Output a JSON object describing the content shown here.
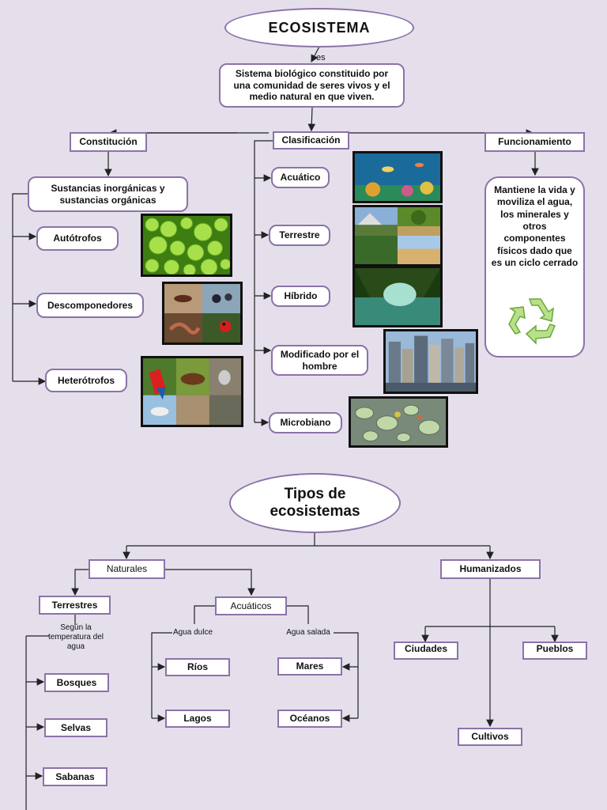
{
  "colors": {
    "background": "#e5dfec",
    "border": "#8b73a8",
    "line": "#222222",
    "recycle": "#9fd36a"
  },
  "top": {
    "title": "ECOSISTEMA",
    "connector": "es",
    "definition": "Sistema biológico constituido por una comunidad de seres vivos y el medio natural en que viven.",
    "branches": {
      "constitucion": "Constitución",
      "clasificacion": "Clasificación",
      "funcionamiento": "Funcionamiento"
    },
    "constitucion_items": {
      "sustancias": "Sustancias inorgánicas y sustancias orgánicas",
      "autotrofos": "Autótrofos",
      "descomponedores": "Descomponedores",
      "heterotrofos": "Heterótrofos"
    },
    "clasificacion_items": {
      "acuatico": "Acuático",
      "terrestre": "Terrestre",
      "hibrido": "Híbrido",
      "modificado": "Modificado por el hombre",
      "microbiano": "Microbiano"
    },
    "funcionamiento_text": "Mantiene la vida y moviliza el agua, los minerales y otros componentes físicos dado que es un ciclo cerrado",
    "images": [
      "algae-photo",
      "decomposers-photo",
      "heterotrophs-photo",
      "aquatic-photo",
      "terrestrial-photo",
      "hybrid-photo",
      "city-photo",
      "microbes-photo",
      "recycle-icon"
    ]
  },
  "bottom": {
    "title": "Tipos de ecosistemas",
    "naturales": "Naturales",
    "humanizados": "Humanizados",
    "terrestres": "Terrestres",
    "acuaticos": "Acuáticos",
    "terrestres_note": "Según la temperatura del agua",
    "agua_dulce": "Agua dulce",
    "agua_salada": "Agua salada",
    "bosques": "Bosques",
    "selvas": "Selvas",
    "sabanas": "Sabanas",
    "rios": "Ríos",
    "lagos": "Lagos",
    "mares": "Mares",
    "oceanos": "Océanos",
    "ciudades": "Ciudades",
    "pueblos": "Pueblos",
    "cultivos": "Cultivos"
  }
}
